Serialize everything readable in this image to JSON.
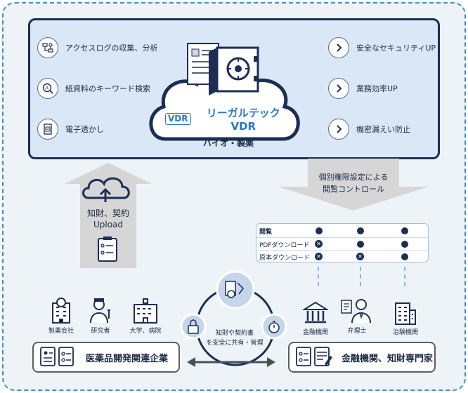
{
  "features_left": [
    {
      "label": "アクセスログの収集、分析",
      "icon": "log-analysis-icon"
    },
    {
      "label": "紙資料のキーワード検索",
      "icon": "keyword-search-icon"
    },
    {
      "label": "電子透かし",
      "icon": "watermark-icon"
    }
  ],
  "features_right": [
    {
      "label": "安全なセキュリティUP",
      "icon": "chevron-right-icon"
    },
    {
      "label": "業務効率UP",
      "icon": "chevron-right-icon"
    },
    {
      "label": "機密漏えい防止",
      "icon": "chevron-right-icon"
    }
  ],
  "brand": {
    "badge": "VDR",
    "title": "リーガルテックVDR",
    "subtitle": "バイオ・製薬"
  },
  "upload": {
    "line1": "知財、契約",
    "line2": "Upload"
  },
  "access_control": {
    "line1": "個別権限設定による",
    "line2": "閲覧コントロール"
  },
  "access_table": {
    "rows": [
      {
        "label": "閲覧",
        "values": [
          "allow",
          "allow",
          "allow"
        ]
      },
      {
        "label": "PDFダウンロード",
        "values": [
          "deny",
          "allow",
          "allow"
        ]
      },
      {
        "label": "原本ダウンロード",
        "values": [
          "deny",
          "deny",
          "allow"
        ]
      }
    ]
  },
  "left_group": {
    "name": "医薬品開発関連企業",
    "entities": [
      "製薬会社",
      "研究者",
      "大学、病院"
    ]
  },
  "right_group": {
    "name": "金融機関、知財専門家",
    "entities": [
      "金融機関",
      "弁理士",
      "治験機関"
    ]
  },
  "center": {
    "line1": "知財や契約書",
    "line2": "を安全に共有・管理"
  },
  "colors": {
    "navy": "#1c2e53",
    "accent_blue": "#2a78c6",
    "panel_bg": "#d9e7f6",
    "frame_dash": "#3f8fd0"
  }
}
